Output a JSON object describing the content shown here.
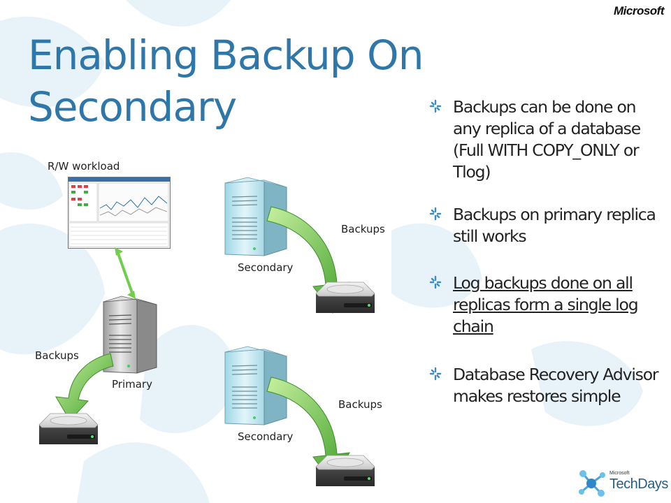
{
  "brand": {
    "company": "Microsoft",
    "event_super": "Microsoft",
    "event": "TechDays"
  },
  "slide": {
    "title": "Enabling Backup On Secondary"
  },
  "bullets": [
    {
      "text": "Backups can be done on any replica of a database (Full WITH COPY_ONLY or Tlog)",
      "underlined": false
    },
    {
      "text": "Backups on primary replica still works",
      "underlined": false
    },
    {
      "text": "Log backups done on all replicas form a single log chain",
      "underlined": true
    },
    {
      "text": "Database Recovery Advisor makes restores simple",
      "underlined": false
    }
  ],
  "diagram": {
    "workload_label": "R/W workload",
    "primary_label": "Primary",
    "secondary_top_label": "Secondary",
    "secondary_bottom_label": "Secondary",
    "backups_primary": "Backups",
    "backups_secondary_top": "Backups",
    "backups_secondary_bottom": "Backups"
  },
  "colors": {
    "title": "#2f77a8",
    "arrow_green": "#5bb53a",
    "link_green": "#6fcf4a",
    "server_teal": "#bfe4ee"
  }
}
